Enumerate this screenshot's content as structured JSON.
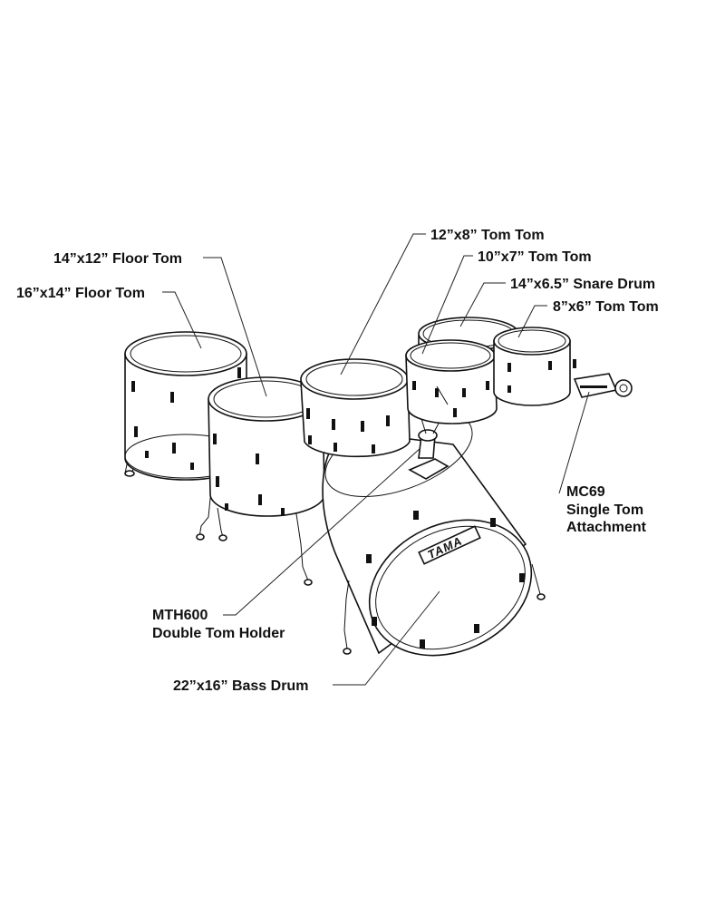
{
  "labels": {
    "floor_tom_14": "14”x12” Floor Tom",
    "floor_tom_16": "16”x14” Floor Tom",
    "tom_12": "12”x8” Tom Tom",
    "tom_10": "10”x7” Tom Tom",
    "snare_14": "14”x6.5” Snare Drum",
    "tom_8": "8”x6” Tom Tom",
    "mc69_line1": "MC69",
    "mc69_line2": "Single Tom",
    "mc69_line3": "Attachment",
    "mth600_line1": "MTH600",
    "mth600_line2": "Double Tom Holder",
    "bass_22": "22”x16” Bass Drum"
  },
  "logo": {
    "text": "TAMA"
  }
}
